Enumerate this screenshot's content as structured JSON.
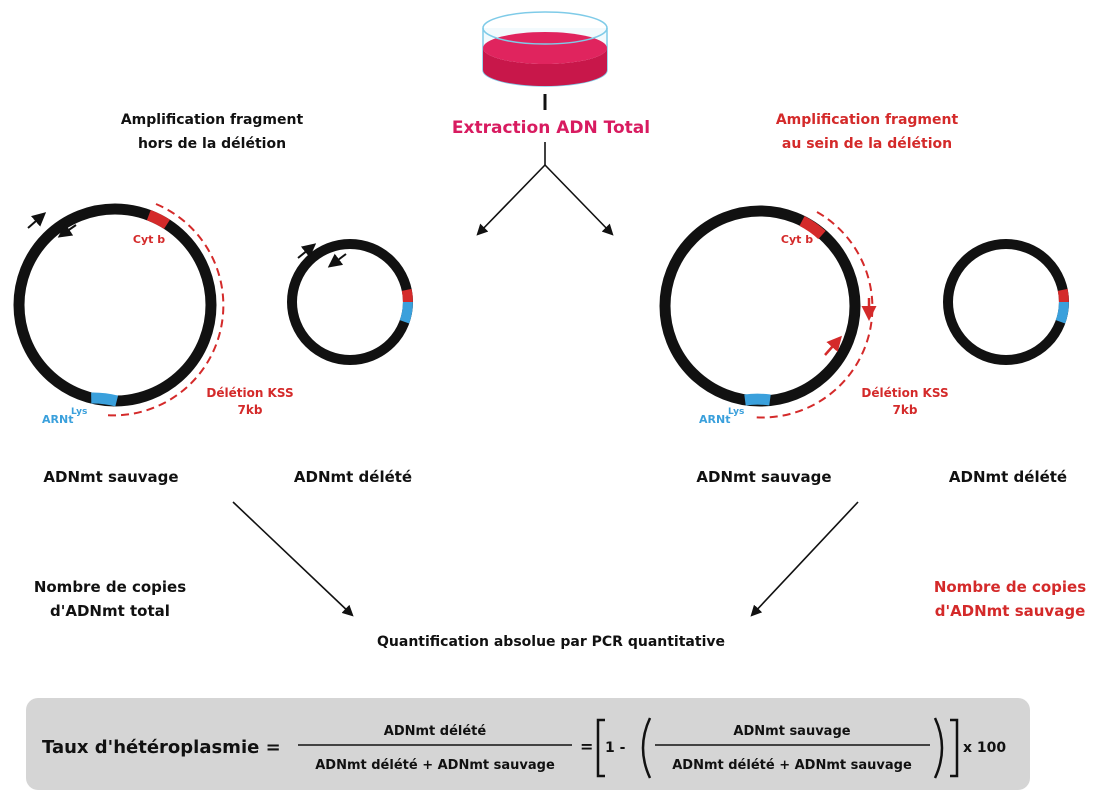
{
  "colors": {
    "black": "#111111",
    "red": "#d42a2a",
    "magenta": "#d81b60",
    "blue": "#3aa0dc",
    "box": "#d5d5d5"
  },
  "icons": {
    "dish": "petri-dish-icon"
  },
  "top": {
    "extraction": "Extraction ADN Total"
  },
  "left_panel": {
    "title_line1": "Amplification fragment",
    "title_line2": "hors de la délétion",
    "cytb": "Cyt b",
    "arnt": "ARNt",
    "lys": "Lys",
    "deletion_line1": "Délétion KSS",
    "deletion_line2": "7kb",
    "wild_label": "ADNmt sauvage",
    "deleted_label": "ADNmt délété",
    "copies_line1": "Nombre de copies",
    "copies_line2": "d'ADNmt total"
  },
  "right_panel": {
    "title_line1": "Amplification fragment",
    "title_line2": "au sein de la délétion",
    "cytb": "Cyt b",
    "arnt": "ARNt",
    "lys": "Lys",
    "deletion_line1": "Délétion KSS",
    "deletion_line2": "7kb",
    "wild_label": "ADNmt sauvage",
    "deleted_label": "ADNmt délété",
    "copies_line1": "Nombre de copies",
    "copies_line2": "d'ADNmt sauvage"
  },
  "quantification": "Quantification absolue par PCR quantitative",
  "formula": {
    "lhs": "Taux d'hétéroplasmie =",
    "frac1_num": "ADNmt délété",
    "frac1_den": "ADNmt délété + ADNmt sauvage",
    "equals": "=",
    "one_minus": "1 -",
    "frac2_num": "ADNmt sauvage",
    "frac2_den": "ADNmt délété + ADNmt sauvage",
    "times": "x 100"
  }
}
